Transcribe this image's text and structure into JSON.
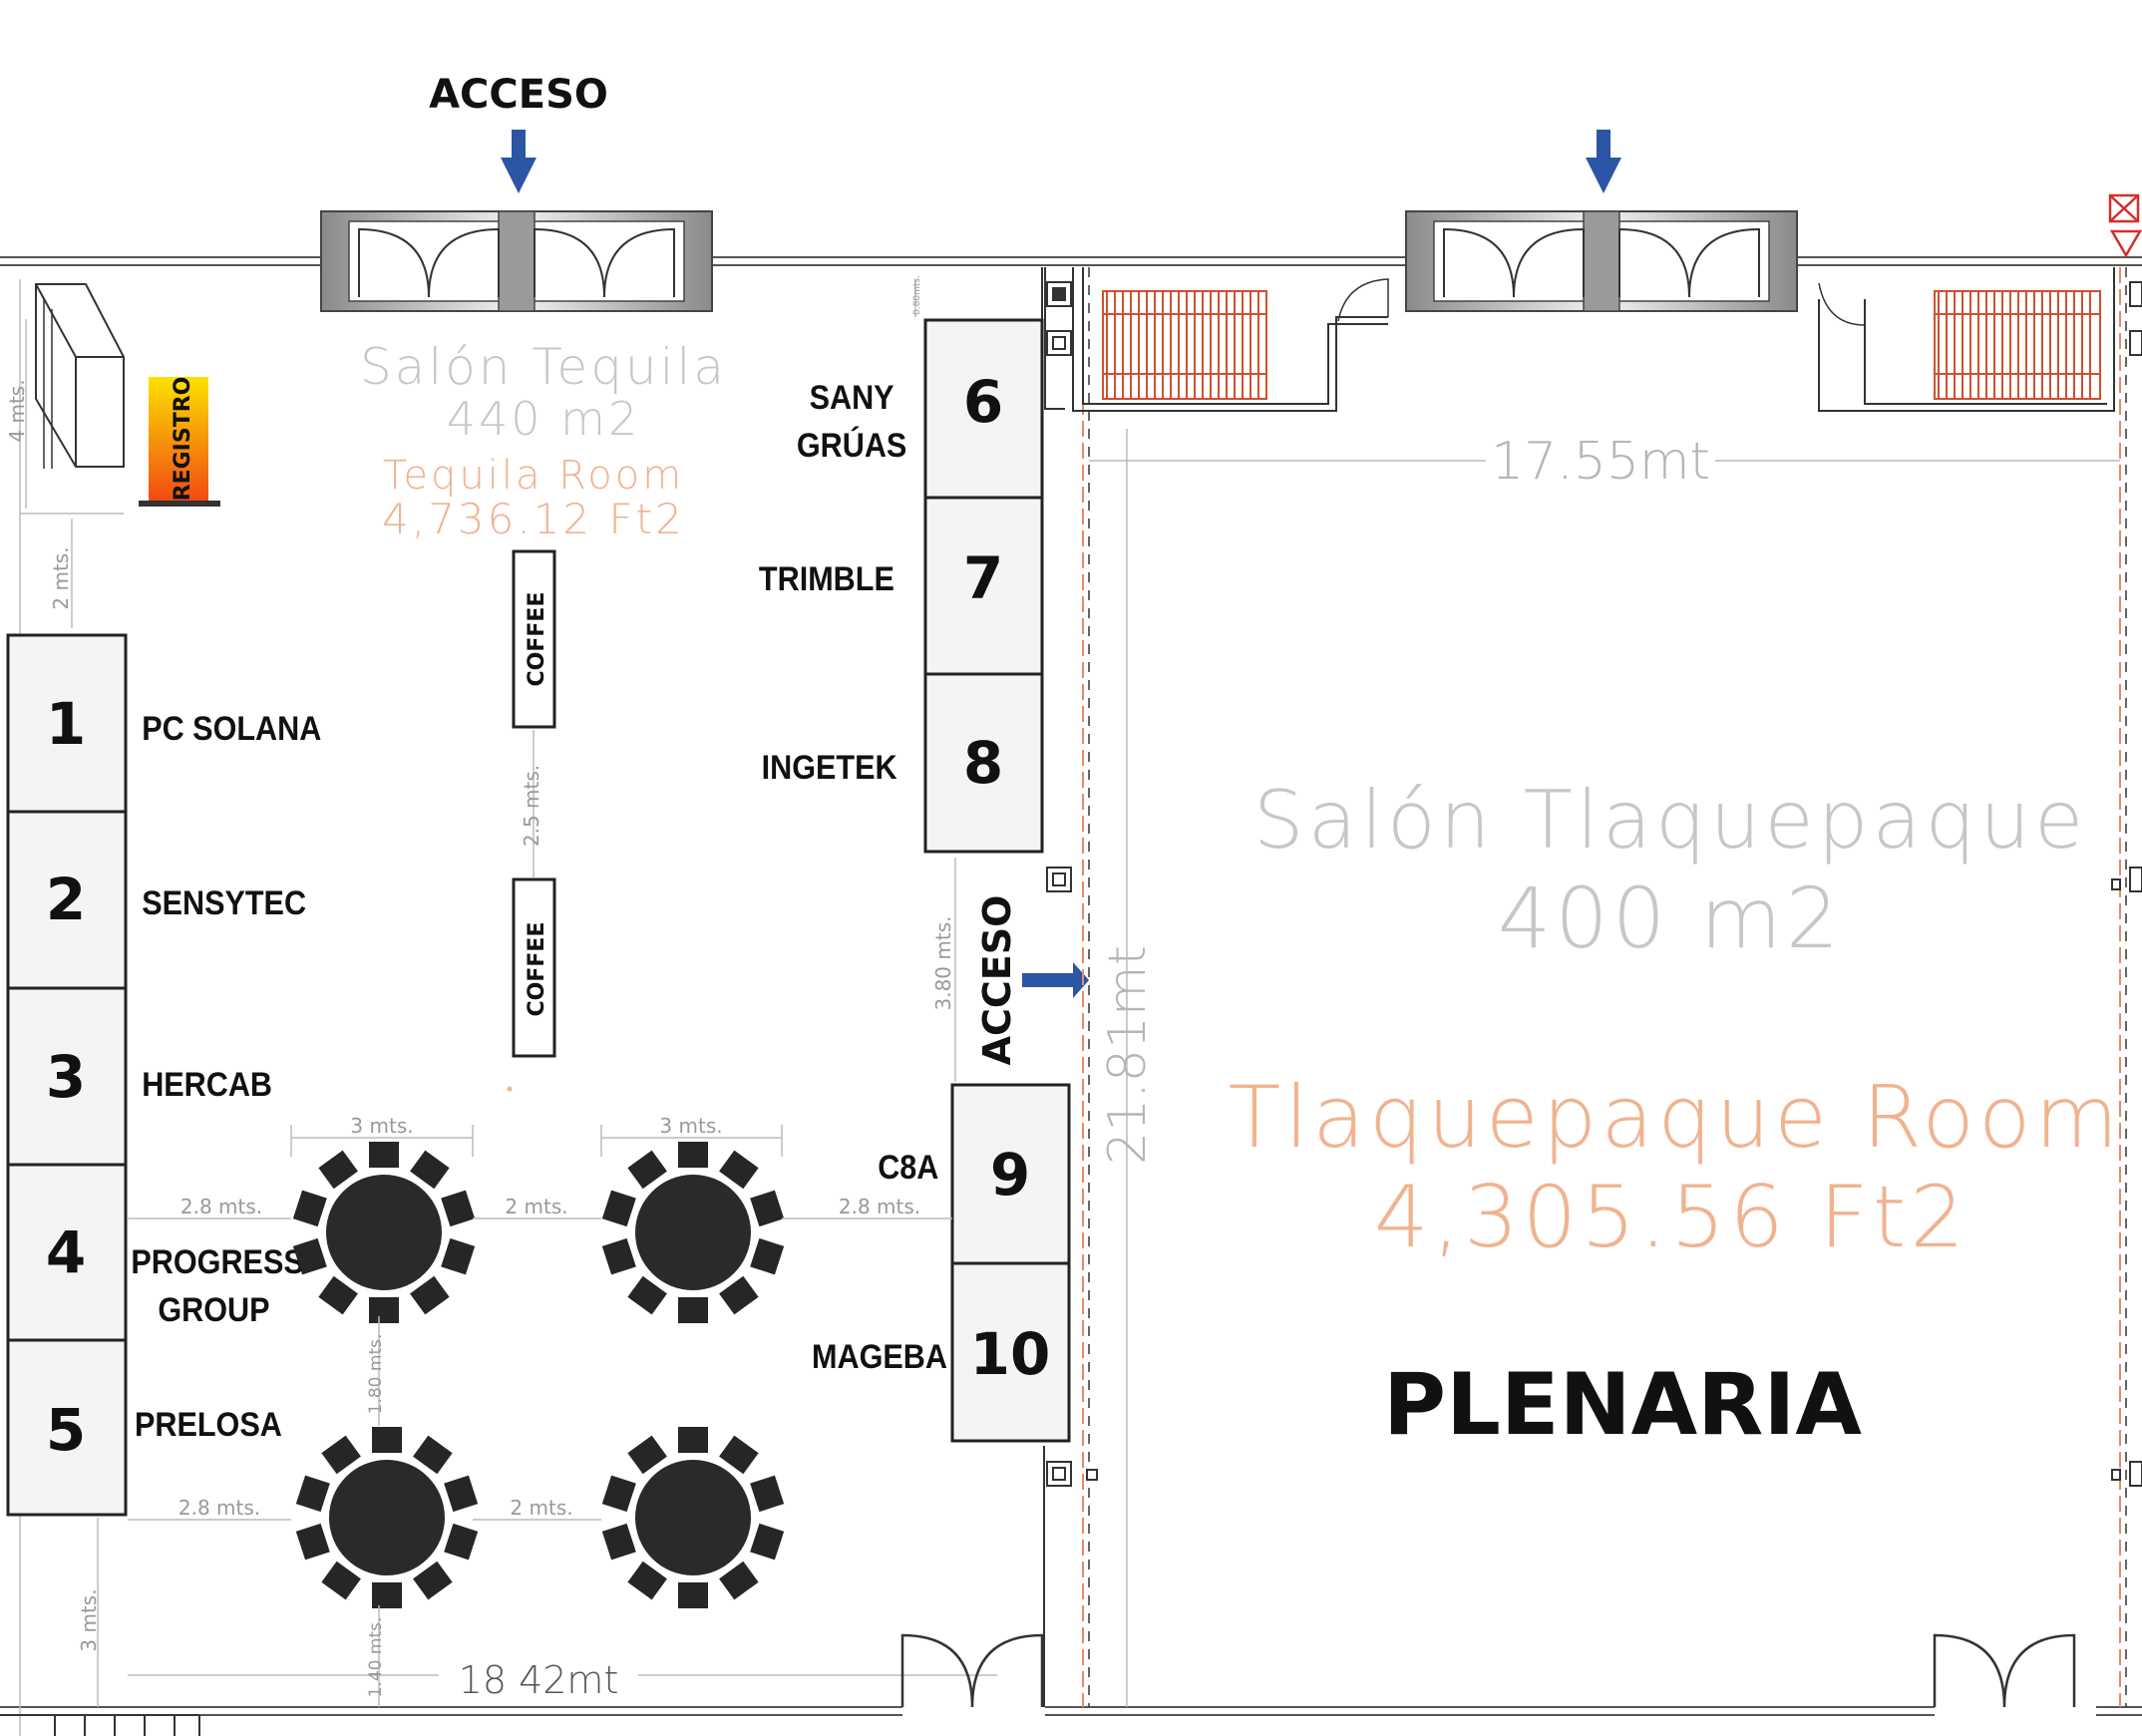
{
  "accesses": {
    "top_label": "ACCESO",
    "side_label": "ACCESO"
  },
  "rooms": {
    "tequila": {
      "name": "Salón  Tequila",
      "area_m2": "440  m2",
      "name_en": "Tequila  Room",
      "area_ft2": "4,736.12  Ft2"
    },
    "tlaquepaque": {
      "name": "Salón  Tlaquepaque",
      "area_m2": "400  m2",
      "name_en": "Tlaquepaque  Room",
      "area_ft2": "4,305.56  Ft2",
      "use": "PLENARIA"
    }
  },
  "registration": {
    "label": "REGISTRO"
  },
  "coffee_stations": [
    "COFFEE",
    "COFFEE"
  ],
  "booths": [
    {
      "number": "1",
      "company": "PC SOLANA"
    },
    {
      "number": "2",
      "company": "SENSYTEC"
    },
    {
      "number": "3",
      "company": "HERCAB"
    },
    {
      "number": "4",
      "company": "PROGRESS",
      "company_line2": "GROUP"
    },
    {
      "number": "5",
      "company": "PRELOSA"
    },
    {
      "number": "6",
      "company": "SANY",
      "company_line2": "GRÚAS"
    },
    {
      "number": "7",
      "company": "TRIMBLE"
    },
    {
      "number": "8",
      "company": "INGETEK"
    },
    {
      "number": "9",
      "company": "C8A"
    },
    {
      "number": "10",
      "company": "MAGEBA"
    }
  ],
  "dimensions": {
    "reg_height": "4 mts.",
    "reg_gap": "2 mts.",
    "coffee_gap": "2.5 mts.",
    "side_access": "3.80 mts.",
    "booth_gap": "0.80mts.",
    "table_width_1": "3 mts.",
    "table_width_2": "3 mts.",
    "aisle_left_1": "2.8 mts.",
    "aisle_mid_1": "2 mts.",
    "aisle_right_1": "2.8 mts.",
    "aisle_left_2": "2.8 mts.",
    "aisle_mid_2": "2 mts.",
    "table_vert_gap": "1.80 mts.",
    "bottom_gap": "1.40 mts.",
    "bottom_left": "3 mts.",
    "tequila_length": "18 42mt",
    "plenaria_width": "17.55mt",
    "plenaria_length": "21.81mt"
  },
  "colors": {
    "arrow": "#2b55a5",
    "room_label_grey": "#c7c7c7",
    "room_label_salmon": "#f0b38f",
    "registro_top": "#fbe200",
    "registro_bottom": "#f24a12"
  }
}
